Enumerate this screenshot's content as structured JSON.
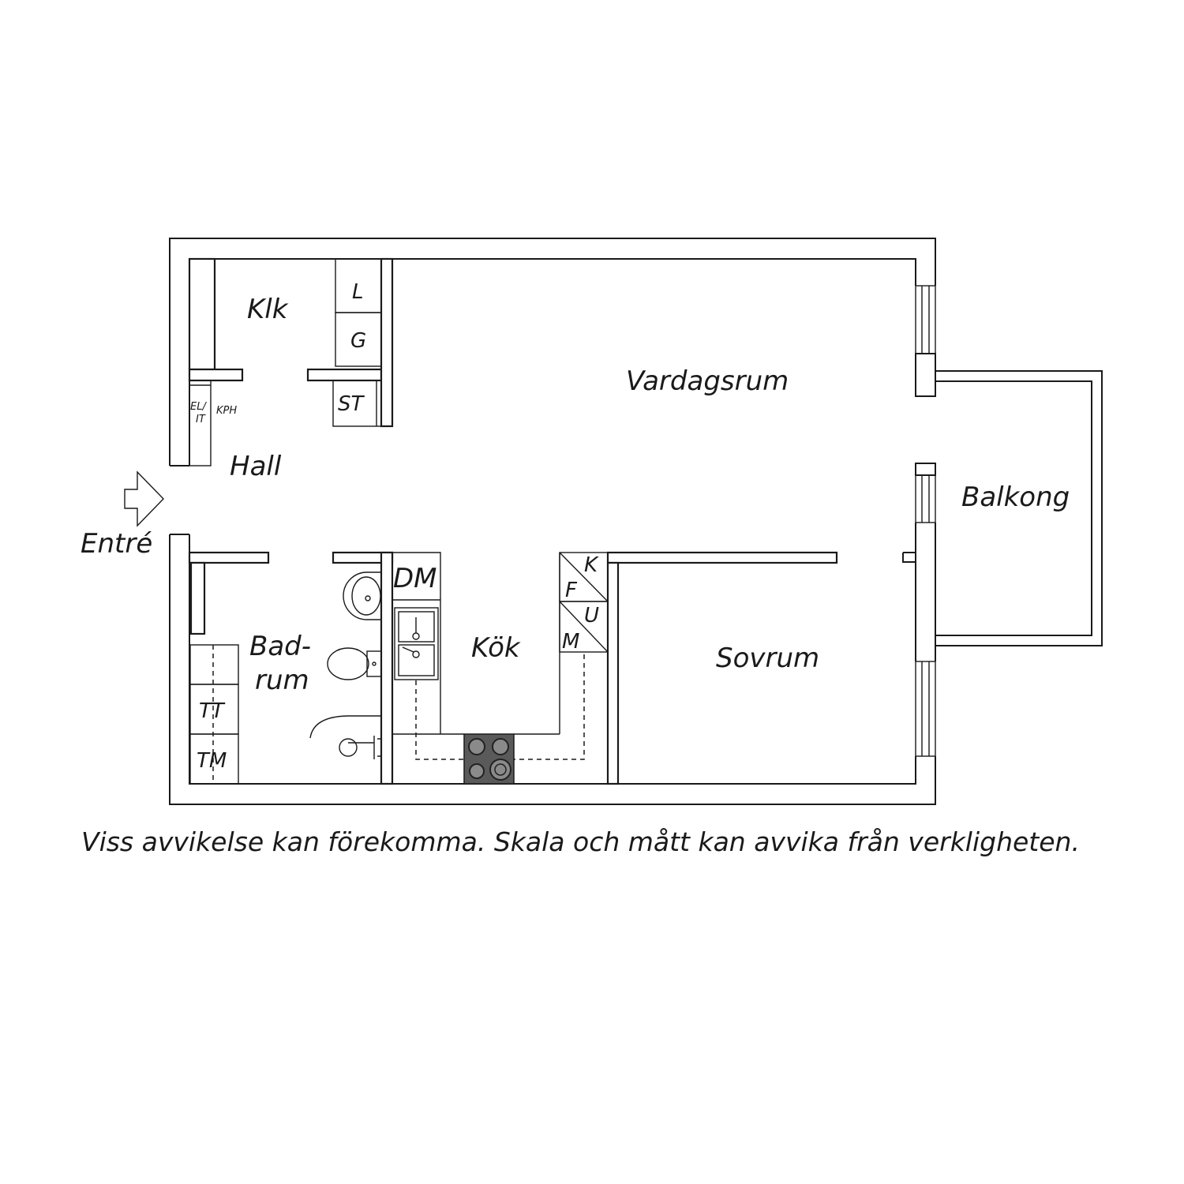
{
  "rooms": {
    "klk": "Klk",
    "hall": "Hall",
    "vardagsrum": "Vardagsrum",
    "balkong": "Balkong",
    "badrum_line1": "Bad-",
    "badrum_line2": "rum",
    "kok": "Kök",
    "sovrum": "Sovrum"
  },
  "entrance": "Entré",
  "appliances": {
    "l": "L",
    "g": "G",
    "st": "ST",
    "el_line1": "EL/",
    "el_line2": "IT",
    "kph": "KPH",
    "dm": "DM",
    "k": "K",
    "f": "F",
    "u": "U",
    "m": "M",
    "tt": "TT",
    "tm": "TM"
  },
  "disclaimer": "Viss avvikelse kan förekomma. Skala och mått kan avvika från verkligheten.",
  "colors": {
    "line": "#1a1a1a",
    "stove": "#5a5a5a",
    "background": "#ffffff"
  }
}
